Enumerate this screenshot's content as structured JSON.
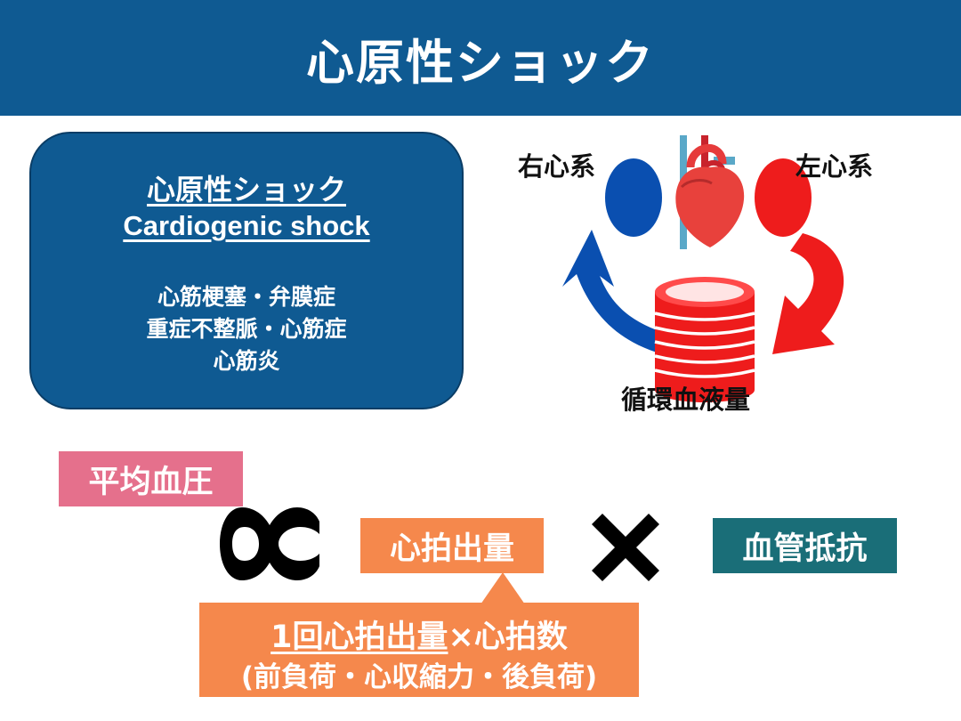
{
  "header": {
    "title": "心原性ショック"
  },
  "definition": {
    "title_ja": "心原性ショック",
    "title_en": "Cardiogenic shock",
    "causes": [
      "心筋梗塞・弁膜症",
      "重症不整脈・心筋症",
      "心筋炎"
    ]
  },
  "diagram": {
    "right_heart_label": "右心系",
    "left_heart_label": "左心系",
    "blood_volume_label": "循環血液量",
    "colors": {
      "right": "#0a4fb0",
      "left": "#ee1c1c",
      "heart": "#e8413c"
    }
  },
  "formula": {
    "map_label": "平均血圧",
    "co_label": "心拍出量",
    "svr_label": "血管抵抗",
    "detail_underlined": "1回心拍出量",
    "detail_rest": "×心拍数",
    "detail_factors": "(前負荷・心収縮力・後負荷)",
    "colors": {
      "map": "#e5708c",
      "co": "#f5884c",
      "svr": "#1a6e78"
    }
  }
}
